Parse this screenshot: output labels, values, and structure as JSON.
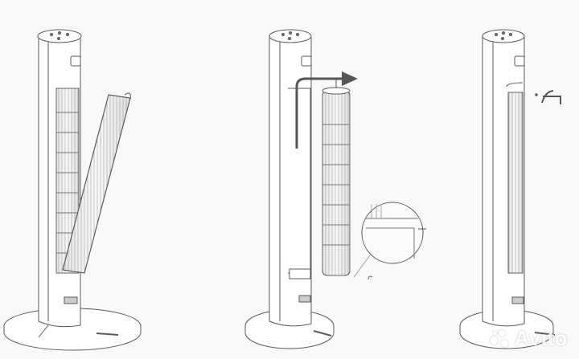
{
  "diagram": {
    "type": "tower-fan-filter-replacement-instructions",
    "steps": [
      {
        "index": 1,
        "description": "Front grille panel opened / removed from fan body"
      },
      {
        "index": 2,
        "description": "Cylindrical fan impeller lifted up and out (arrow), detail magnifier of bottom latch"
      },
      {
        "index": 3,
        "description": "Fan reassembled, arrow indicating latch/clip rotation"
      }
    ],
    "colors": {
      "background": "#f9f9f9",
      "line": "#555555",
      "arrow": "#555555",
      "fill": "#ffffff"
    }
  },
  "watermark": {
    "text": "Avito"
  }
}
